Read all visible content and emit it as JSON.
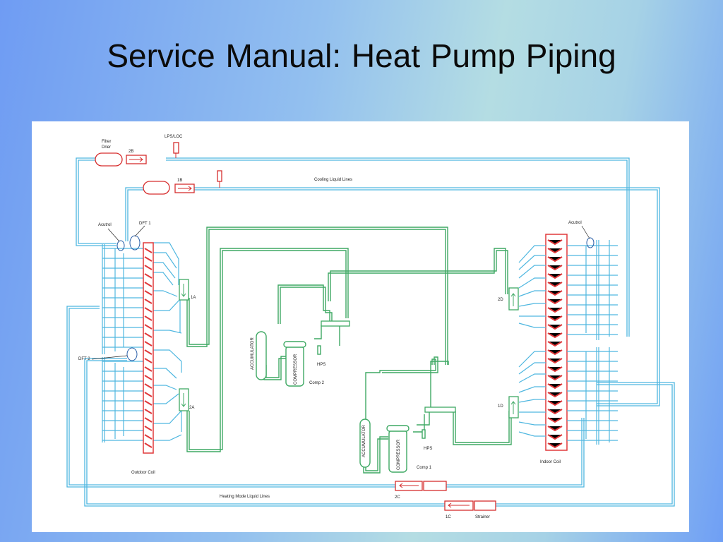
{
  "title": "Service Manual:  Heat Pump Piping",
  "labels": {
    "filter_drier_1": "Filter",
    "filter_drier_2": "Drier",
    "tag_2b": "2B",
    "lps_loc": "LPS/LOC",
    "tag_1b": "1B",
    "cooling_liquid_lines": "Cooling Liquid Lines",
    "acutrol_left": "Acutrol",
    "dft1": "DFT 1",
    "acutrol_right": "Acutrol",
    "tag_1a": "1A",
    "tag_2d": "2D",
    "dft2": "DFT 2",
    "accumulator_2": "ACCUMULATOR",
    "compressor_2": "COMPRESSOR",
    "hps_2": "HPS",
    "comp2": "Comp 2",
    "tag_2a": "2A",
    "tag_1d": "1D",
    "accumulator_1": "ACCUMULATOR",
    "compressor_1": "COMPRESSOR",
    "hps_1": "HPS",
    "comp1": "Comp 1",
    "outdoor_coil": "Outdoor Coil",
    "indoor_coil": "Indoor Coil",
    "tag_2c": "2C",
    "heating_mode_liquid_lines": "Heating Mode Liquid Lines",
    "tag_1c": "1C",
    "strainer": "Strainer"
  },
  "colors": {
    "liquid_line": "#4fb7e0",
    "suction_line": "#3fa964",
    "coil_red": "#e0383a",
    "component_red": "#d62e2e"
  }
}
